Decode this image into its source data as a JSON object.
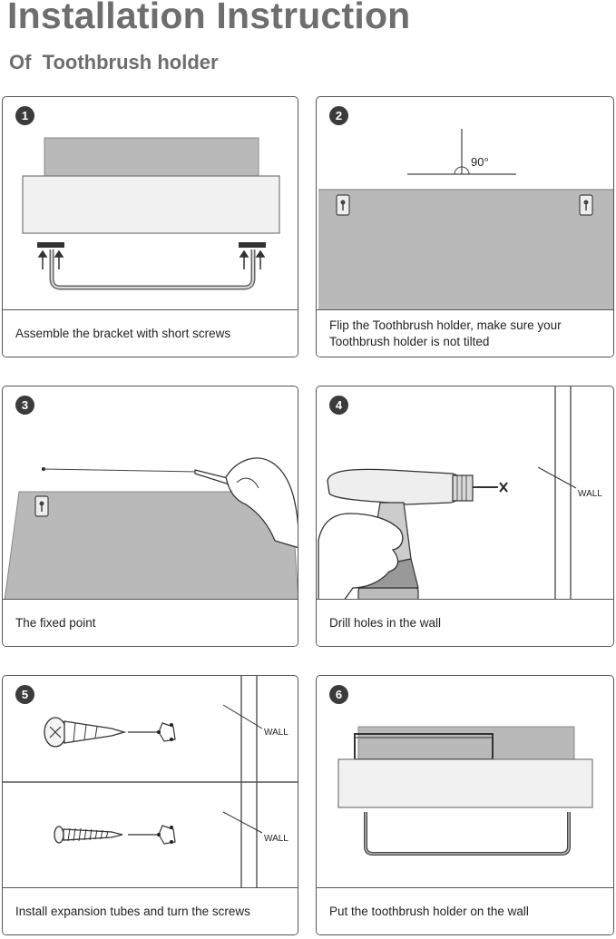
{
  "header": {
    "title": "Installation Instruction",
    "subtitle": "Of  Toothbrush holder"
  },
  "steps": [
    {
      "number": "1",
      "caption": "Assemble the bracket with short screws"
    },
    {
      "number": "2",
      "caption": "Flip the Toothbrush holder, make sure your Toothbrush holder is not tilted",
      "angle_label": "90°"
    },
    {
      "number": "3",
      "caption": "The fixed point"
    },
    {
      "number": "4",
      "caption": "Drill holes in the wall",
      "wall_label": "WALL"
    },
    {
      "number": "5",
      "caption": "Install expansion tubes and turn the screws",
      "wall_label": "WALL"
    },
    {
      "number": "6",
      "caption": "Put the toothbrush holder on the wall"
    }
  ],
  "colors": {
    "heading": "#6e6e6e",
    "holder_fill": "#b9b9b9",
    "holder_front": "#f1f1f1",
    "outline": "#555555",
    "badge": "#3b3b3b"
  },
  "icons": {
    "step_badge": "numbered-circle",
    "screw": "screw-icon",
    "expansion_tube": "expansion-tube-icon",
    "drill": "power-drill-icon",
    "pencil": "pencil-icon",
    "hand": "hand-icon",
    "hook": "keyhole-hook-icon"
  }
}
